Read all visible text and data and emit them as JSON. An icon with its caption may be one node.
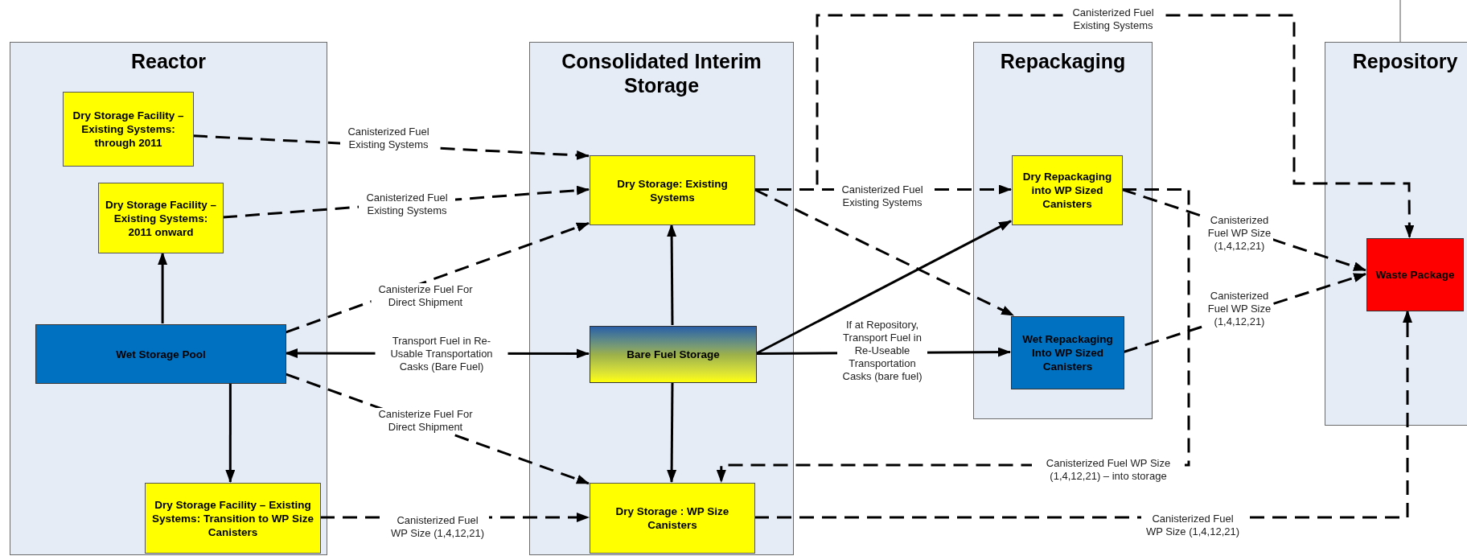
{
  "diagram": {
    "nodes": [
      {
        "text": [
          "Reactor"
        ]
      },
      {
        "text": [
          "Dry Storage Facility – Existing Systems: through 2011"
        ],
        "in": 0
      },
      {
        "text": [
          "Dry Storage Facility – Existing Systems: 2011 onward"
        ],
        "in": 0
      },
      {
        "text": [
          "Wet Storage Pool"
        ],
        "in": 0
      },
      {
        "text": [
          "Dry Storage Facility – Existing Systems: Transition to WP Size Canisters"
        ],
        "in": 0
      },
      {
        "text": [
          "Consolidated Interim Storage"
        ]
      },
      {
        "text": [
          "Dry Storage: Existing Systems"
        ],
        "in": 5
      },
      {
        "text": [
          "Bare Fuel Storage"
        ],
        "in": 5
      },
      {
        "text": [
          "Dry Storage : WP Size Canisters"
        ],
        "in": 5
      },
      {
        "text": [
          "Repackaging"
        ]
      },
      {
        "text": [
          "Dry Repackaging into WP Sized Canisters"
        ],
        "in": 9
      },
      {
        "text": [
          "Wet Repackaging Into WP Sized Canisters"
        ],
        "in": 9
      },
      {
        "text": [
          "Repository"
        ]
      },
      {
        "text": [
          "Waste Package"
        ],
        "in": 12
      }
    ],
    "edges": [
      {
        "from": 1,
        "to": 6,
        "arrow": "to",
        "style": "dashed",
        "label": "Canisterized Fuel Existing Systems"
      },
      {
        "from": 2,
        "to": 6,
        "arrow": "to",
        "style": "dashed",
        "label": "Canisterized Fuel Existing Systems"
      },
      {
        "from": 3,
        "to": 6,
        "arrow": "to",
        "style": "dashed",
        "label": "Canisterize Fuel For Direct Shipment"
      },
      {
        "from": 3,
        "to": 7,
        "arrow": "both",
        "label": "Transport Fuel in Re-Usable Transportation Casks (Bare Fuel)"
      },
      {
        "from": 3,
        "to": 8,
        "arrow": "to",
        "style": "dashed",
        "label": "Canisterize Fuel For Direct Shipment"
      },
      {
        "from": 3,
        "to": 2,
        "arrow": "to"
      },
      {
        "from": 3,
        "to": 4,
        "arrow": "to"
      },
      {
        "from": 4,
        "to": 8,
        "arrow": "to",
        "style": "dashed",
        "label": "Canisterized Fuel WP Size (1,4,12,21)"
      },
      {
        "from": 7,
        "to": 6,
        "arrow": "to"
      },
      {
        "from": 7,
        "to": 8,
        "arrow": "to"
      },
      {
        "from": 7,
        "to": 10,
        "arrow": "to"
      },
      {
        "from": 7,
        "to": 11,
        "arrow": "to",
        "label": "If at Repository, Transport Fuel in Re-Useable Transportation Casks (bare fuel)"
      },
      {
        "from": 6,
        "to": 10,
        "arrow": "to",
        "style": "dashed",
        "label": "Canisterized Fuel Existing Systems"
      },
      {
        "from": 6,
        "to": 11,
        "arrow": "to",
        "style": "dashed"
      },
      {
        "from": 6,
        "to": 13,
        "arrow": "to",
        "style": "dashed",
        "label": "Canisterized Fuel Existing Systems"
      },
      {
        "from": 10,
        "to": 13,
        "arrow": "to",
        "style": "dashed",
        "label": "Canisterized Fuel WP Size (1,4,12,21)"
      },
      {
        "from": 11,
        "to": 13,
        "arrow": "to",
        "style": "dashed",
        "label": "Canisterized Fuel WP Size (1,4,12,21)"
      },
      {
        "from": 10,
        "to": 8,
        "arrow": "to",
        "style": "dashed",
        "label": "Canisterized Fuel WP Size (1,4,12,21) – into storage"
      },
      {
        "from": 8,
        "to": 13,
        "arrow": "to",
        "style": "dashed",
        "label": "Canisterized Fuel WP Size (1,4,12,21)"
      }
    ]
  }
}
